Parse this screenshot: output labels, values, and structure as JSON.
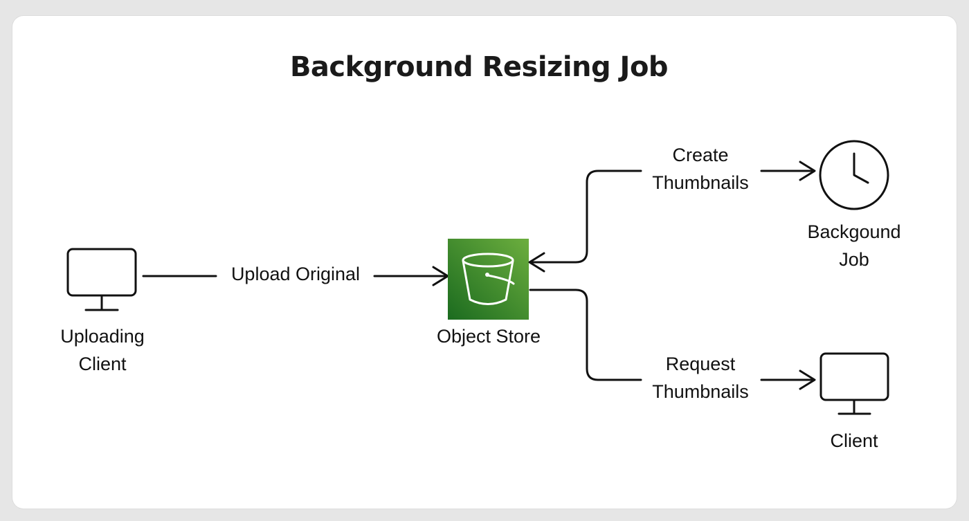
{
  "diagram": {
    "title": "Background Resizing Job",
    "nodes": {
      "uploading_client": {
        "label_line1": "Uploading",
        "label_line2": "Client",
        "icon": "monitor-icon"
      },
      "object_store": {
        "label": "Object Store",
        "icon": "bucket-icon",
        "color_top": "#6cae3e",
        "color_bottom": "#1b6b1f"
      },
      "background_job": {
        "label_line1": "Backgound",
        "label_line2": "Job",
        "icon": "clock-icon"
      },
      "client": {
        "label": "Client",
        "icon": "monitor-icon"
      }
    },
    "edges": {
      "upload": {
        "label": "Upload Original"
      },
      "create": {
        "label_line1": "Create",
        "label_line2": "Thumbnails"
      },
      "request": {
        "label_line1": "Request",
        "label_line2": "Thumbnails"
      }
    }
  }
}
